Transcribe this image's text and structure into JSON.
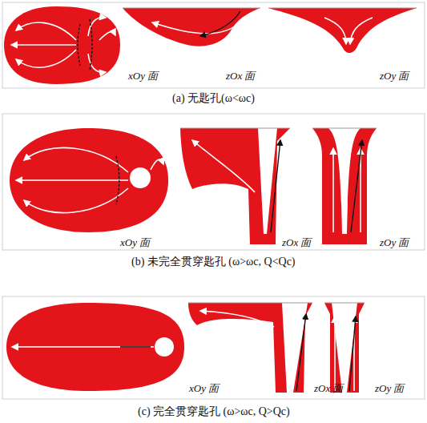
{
  "diagram": {
    "labels": [
      "xOy 面",
      "zOx 面",
      "zOy 面",
      "(a) 无匙孔(ω<ωc)",
      "xOy 面",
      "zOx 面",
      "zOy 面",
      "(b) 未完全贯穿匙孔 (ω>ωc, Q<Qc)",
      "xOy 面",
      "zOx 面",
      "zOy 面",
      "(c) 完全贯穿匙孔 (ω>ωc, Q>Qc)"
    ]
  }
}
